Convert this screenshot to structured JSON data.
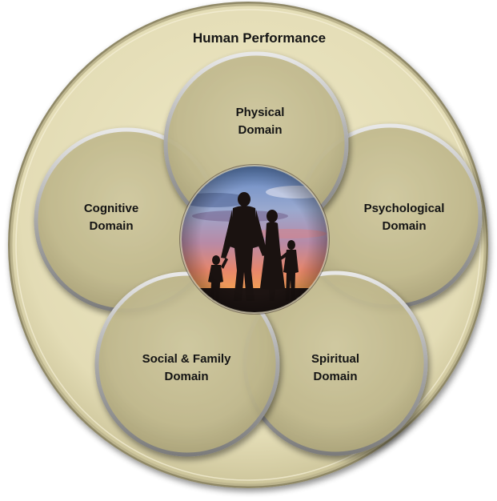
{
  "diagram": {
    "title": "Human Performance",
    "domains": {
      "physical": {
        "line1": "Physical",
        "line2": "Domain"
      },
      "cognitive": {
        "line1": "Cognitive",
        "line2": "Domain"
      },
      "psychological": {
        "line1": "Psychological",
        "line2": "Domain"
      },
      "social": {
        "line1": "Social & Family",
        "line2": "Domain"
      },
      "spiritual": {
        "line1": "Spiritual",
        "line2": "Domain"
      }
    },
    "colors": {
      "outer_fill": "#e6e0bb",
      "outer_rim": "#a7a07a",
      "domain_fill": "#c4bd93",
      "domain_rim": "#b9b9b9",
      "text": "#141414"
    },
    "center_image": "family silhouette at sunset"
  }
}
